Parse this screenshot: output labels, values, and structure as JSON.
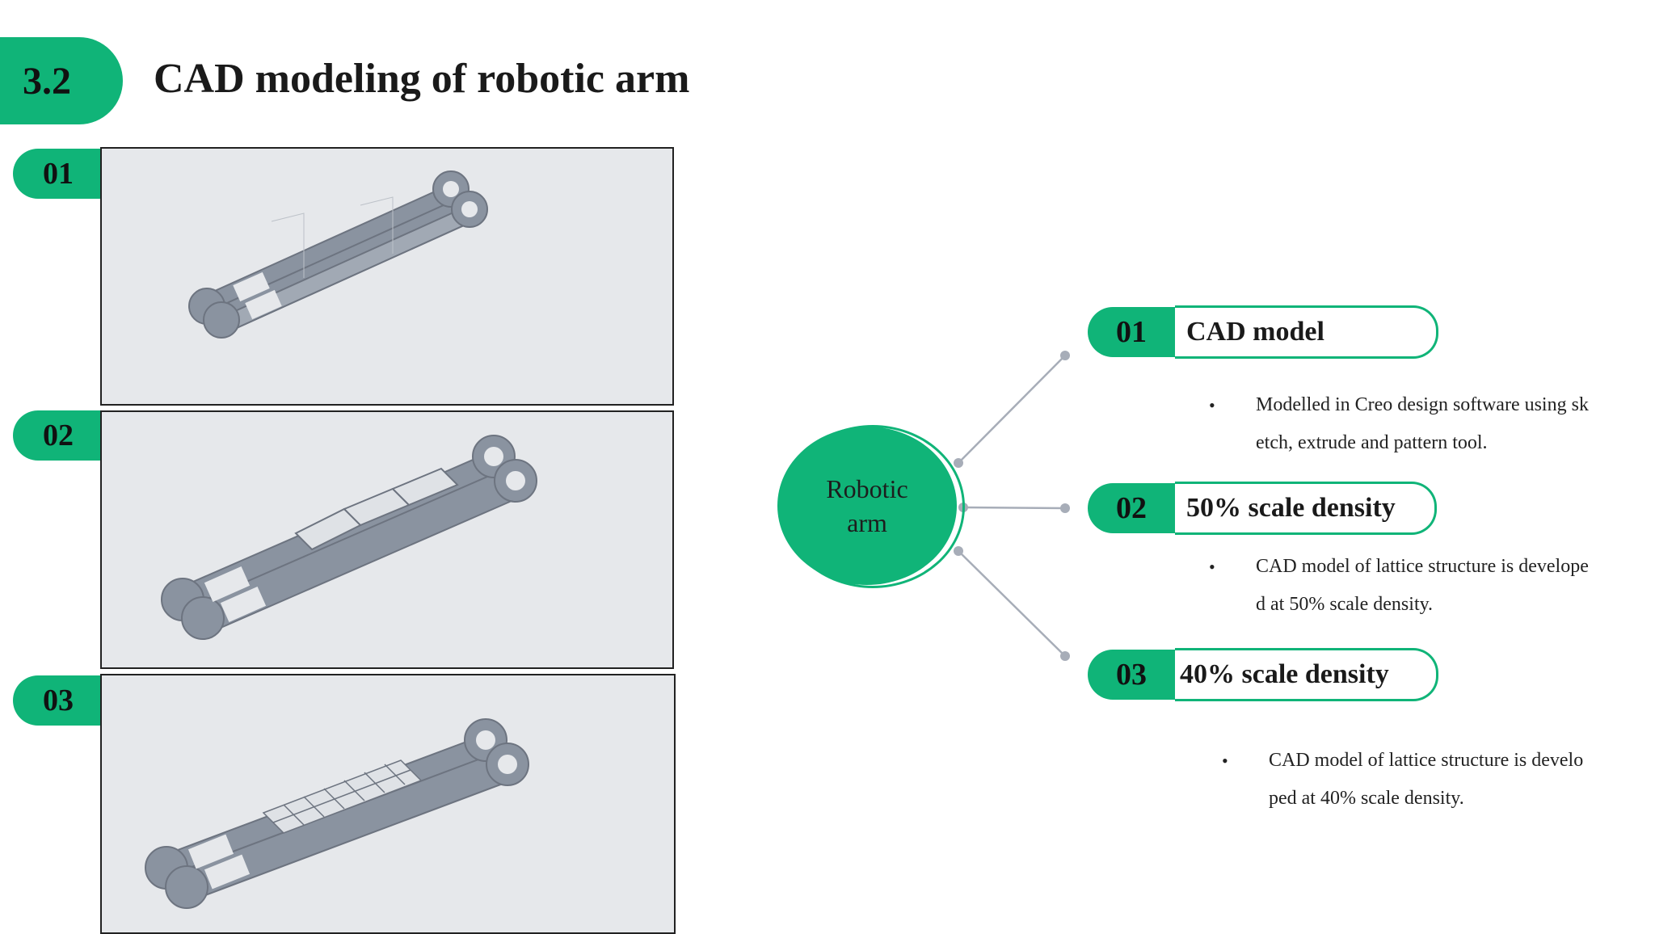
{
  "header": {
    "section_number": "3.2",
    "title": "CAD modeling of robotic arm"
  },
  "images": [
    {
      "number": "01"
    },
    {
      "number": "02"
    },
    {
      "number": "03"
    }
  ],
  "center": {
    "line1": "Robotic",
    "line2": "arm"
  },
  "items": [
    {
      "number": "01",
      "title": "CAD model",
      "line1": "Modelled in Creo design software using sk",
      "line2": "etch, extrude and pattern tool."
    },
    {
      "number": "02",
      "title": "50% scale density",
      "line1": "CAD model of lattice structure is develope",
      "line2": "d at 50% scale density."
    },
    {
      "number": "03",
      "title": "40% scale density",
      "line1": "CAD model of lattice structure is develo",
      "line2": "ped at 40% scale density."
    }
  ],
  "colors": {
    "accent": "#10b478",
    "connector": "#a7adb8",
    "frame_bg": "#e6e8eb",
    "part": "#8a93a0"
  }
}
